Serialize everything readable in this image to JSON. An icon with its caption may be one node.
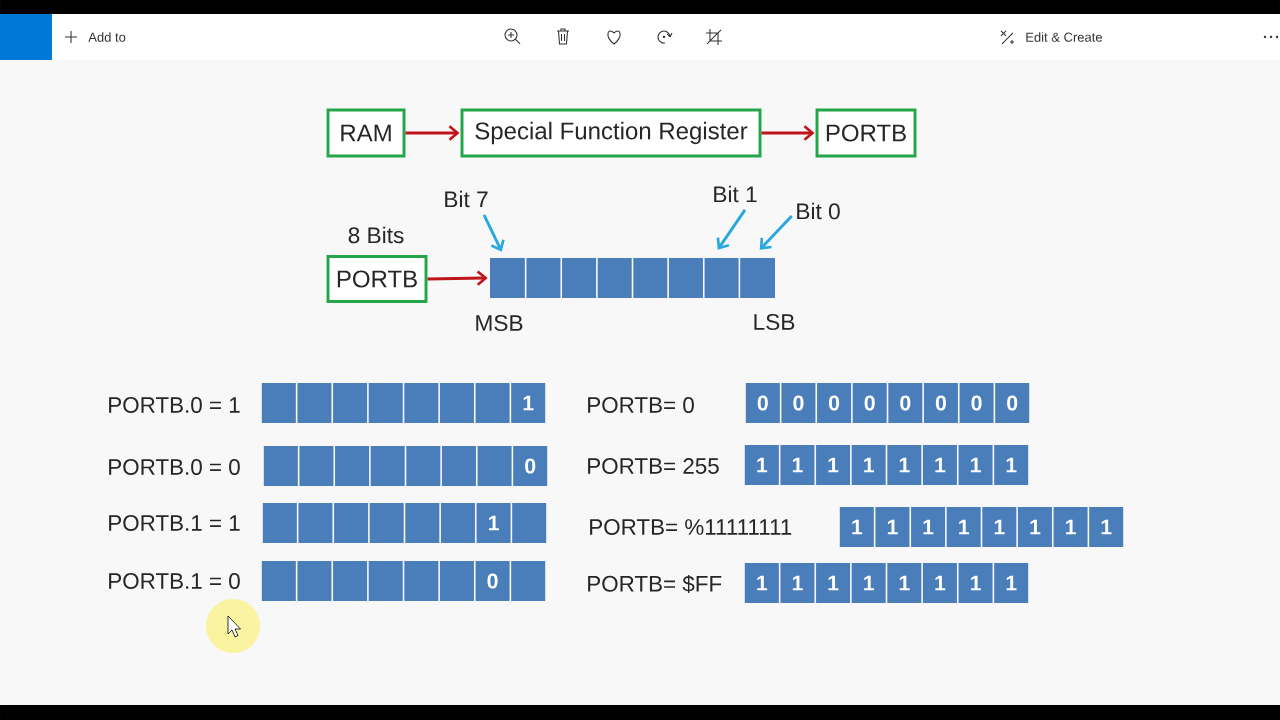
{
  "diagram": {
    "nodes": [
      {
        "text": [
          "RAM"
        ]
      },
      {
        "text": [
          "Special Function Register"
        ]
      },
      {
        "text": [
          "PORTB"
        ]
      },
      {
        "text": [
          "Bit 7"
        ]
      },
      {
        "text": [
          "Bit 1"
        ]
      },
      {
        "text": [
          "Bit 0"
        ]
      },
      {
        "text": [
          "PORTB"
        ],
        "beside": [
          "8 Bits"
        ]
      },
      {
        "text": [],
        "shape": "bar"
      },
      {
        "text": [
          "1"
        ],
        "beside": [
          "PORTB.0 = 1"
        ]
      },
      {
        "text": [
          "0",
          "0",
          "0",
          "0",
          "0",
          "0",
          "0",
          "0"
        ],
        "beside": [
          "PORTB= 0"
        ]
      },
      {
        "text": [
          "0"
        ],
        "beside": [
          "PORTB.0 = 0"
        ]
      },
      {
        "text": [
          "1",
          "1",
          "1",
          "1",
          "1",
          "1",
          "1",
          "1"
        ],
        "beside": [
          "PORTB= 255"
        ]
      },
      {
        "text": [
          "1"
        ],
        "beside": [
          "PORTB.1 = 1"
        ]
      },
      {
        "text": [
          "1",
          "1",
          "1",
          "1",
          "1",
          "1",
          "1",
          "1"
        ]
      },
      {
        "text": [
          "0"
        ],
        "beside": [
          "PORTB.1 = 0"
        ]
      },
      {
        "text": [
          "1",
          "1",
          "1",
          "1",
          "1",
          "1",
          "1",
          "1"
        ],
        "beside": [
          "PORTB= $FF"
        ]
      }
    ],
    "edges": [
      {
        "from": 0,
        "to": 1,
        "arrow": "to",
        "color": "#c0141c"
      },
      {
        "from": 1,
        "to": 2,
        "arrow": "to",
        "color": "#c0141c"
      },
      {
        "from": 6,
        "to": 7,
        "arrow": "to",
        "color": "#c0141c"
      },
      {
        "from": 3,
        "to": 7,
        "arrow": "to",
        "color": "#29a8e0"
      },
      {
        "from": 4,
        "to": 7,
        "arrow": "to",
        "color": "#29a8e0"
      },
      {
        "from": 5,
        "to": 7,
        "arrow": "to",
        "color": "#29a8e0"
      }
    ],
    "labels": [
      "Add to",
      "Edit & Create",
      "MSB",
      "LSB",
      "PORTB= %11111111"
    ]
  }
}
